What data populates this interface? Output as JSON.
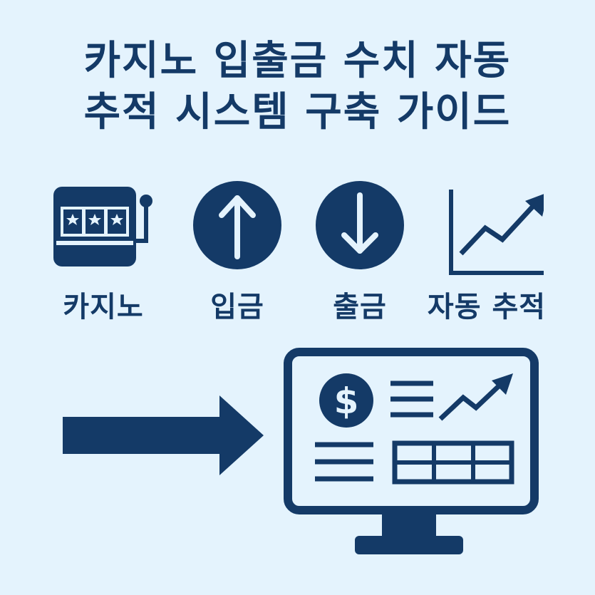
{
  "title": {
    "line1": "카지노 입출금 수치 자동",
    "line2": "추적 시스템 구축 가이드"
  },
  "icons": [
    {
      "icon": "slot-machine-icon",
      "label": "카지노"
    },
    {
      "icon": "arrow-up-circle-icon",
      "label": "입금"
    },
    {
      "icon": "arrow-down-circle-icon",
      "label": "출금"
    },
    {
      "icon": "trend-chart-icon",
      "label": "자동 추적"
    }
  ],
  "monitor": {
    "currency_symbol": "$"
  },
  "colors": {
    "background": "#e4f3fd",
    "primary": "#143a67"
  }
}
